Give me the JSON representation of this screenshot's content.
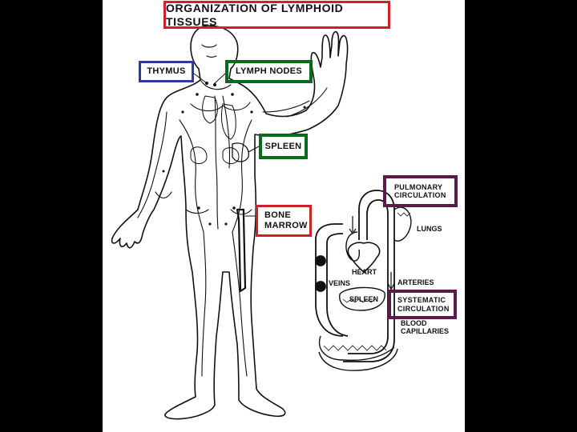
{
  "title": "ORGANIZATION OF LYMPHOID TISSUES",
  "boxes": {
    "thymus": "THYMUS",
    "lymph_nodes": "LYMPH NODES",
    "spleen": "SPLEEN",
    "bone_marrow": "BONE\nMARROW",
    "pulmonary": "PULMONARY\nCIRCULATION",
    "systematic": "SYSTEMATIC\nCIRCULATION"
  },
  "circulation_labels": {
    "lungs": "LUNGS",
    "heart": "HEART",
    "veins": "VEINS",
    "arteries": "ARTERIES",
    "spleen": "SPLEEN",
    "blood_capillaries": "BLOOD\nCAPILLARIES"
  },
  "colors": {
    "title_box": "#d01f25",
    "thymus_box": "#2b3aa6",
    "lymph_box": "#0a6a1c",
    "spleen_box": "#0a6a1c",
    "marrow_box": "#d01f25",
    "circulation_boxes": "#5a1a4a",
    "background": "#000000",
    "slide": "#ffffff"
  }
}
